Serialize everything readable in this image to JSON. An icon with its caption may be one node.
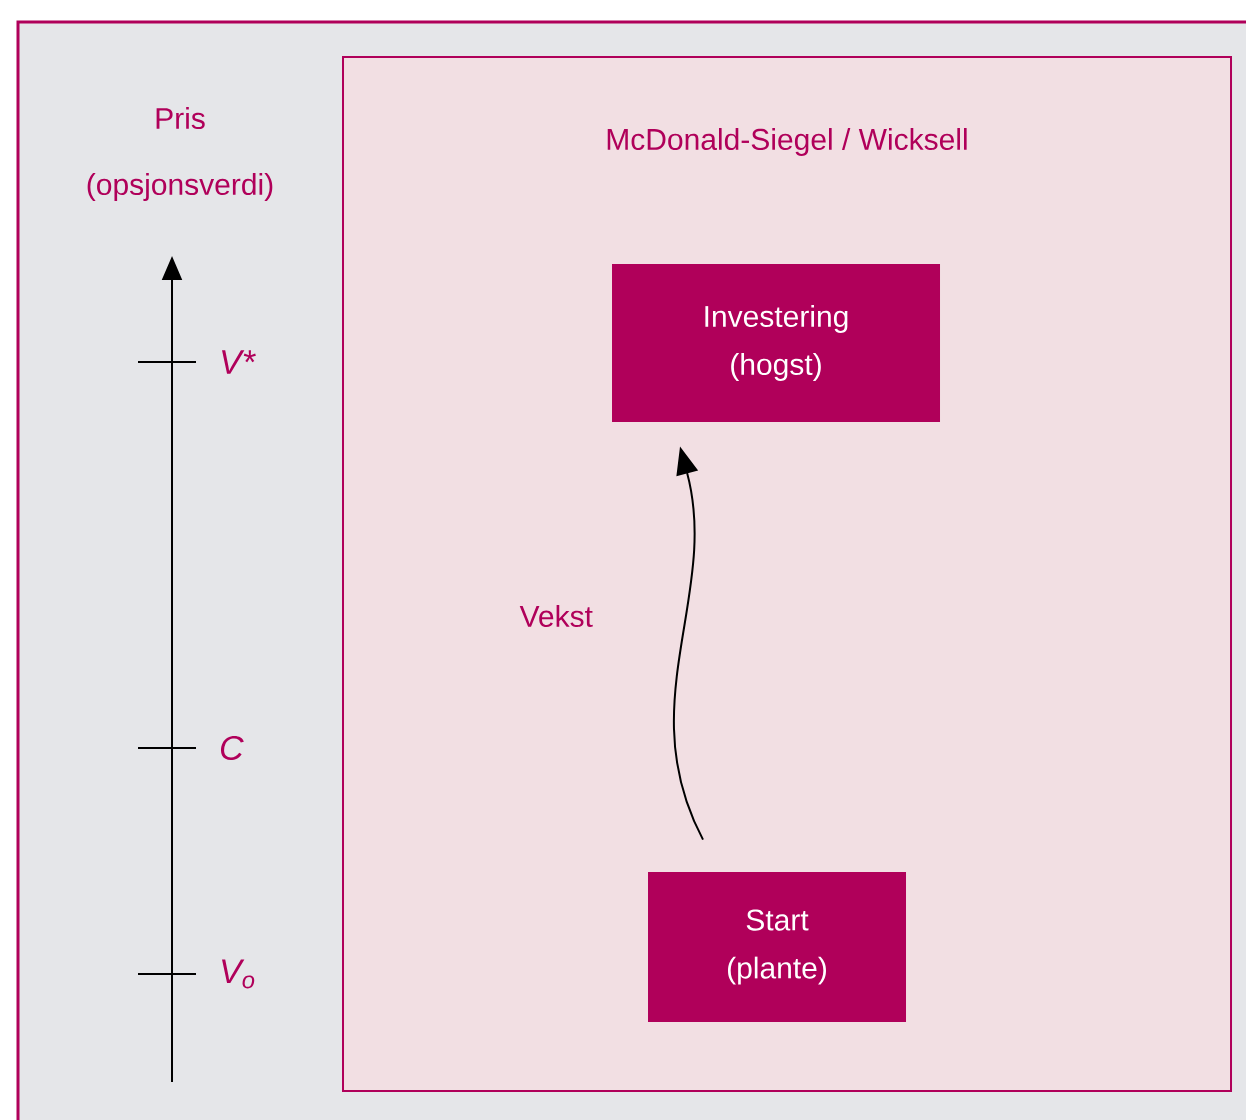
{
  "diagram": {
    "nodes": [
      {
        "text": [
          "McDonald-Siegel / Wicksell"
        ]
      },
      {
        "text": [
          "Investering (hogst)"
        ],
        "in": 0
      },
      {
        "text": [
          "Start (plante)"
        ],
        "in": 0
      }
    ],
    "edges": [
      {
        "from": 2,
        "to": 1,
        "arrow": "to",
        "label": "Vekst"
      }
    ],
    "labels": [
      "Pris (opsjonsverdi)",
      "V*",
      "C",
      "V$_{o}$"
    ]
  }
}
